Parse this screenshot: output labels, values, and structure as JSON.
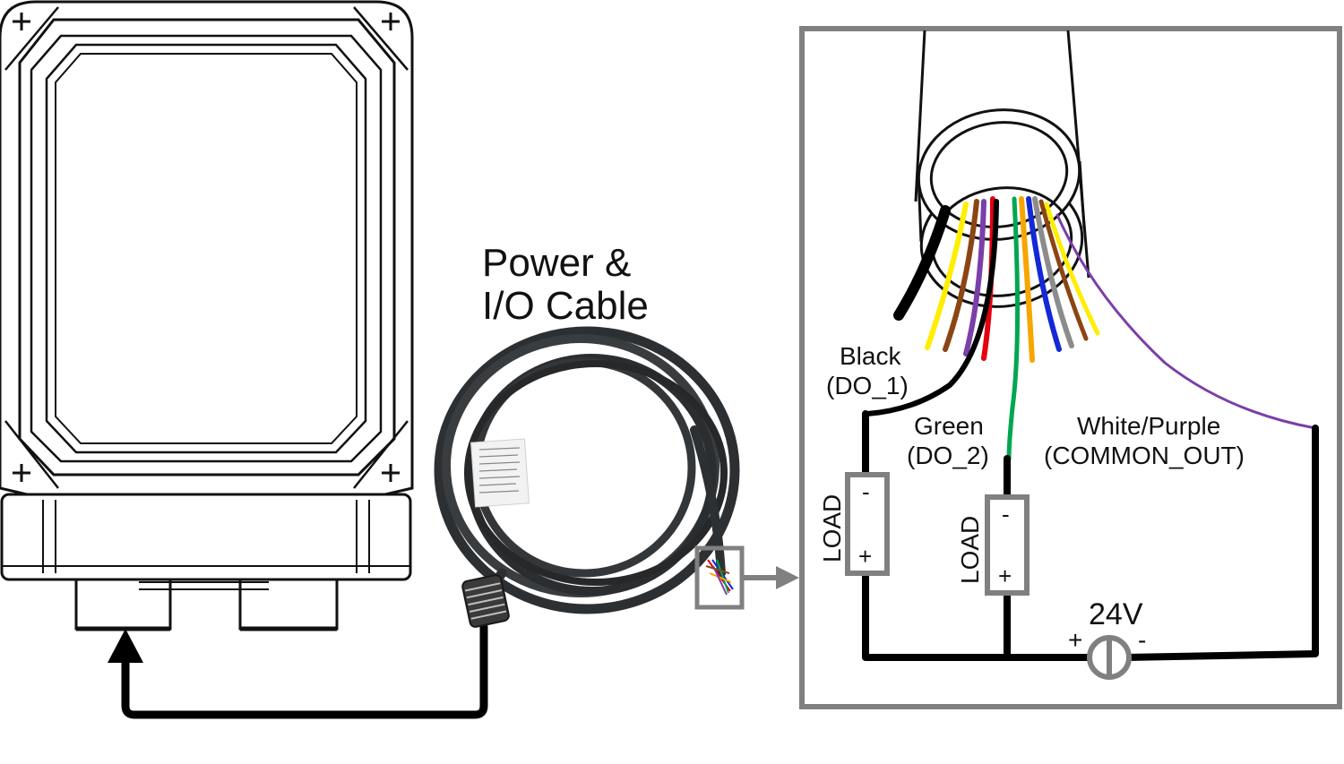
{
  "cable_title": {
    "line1": "Power &",
    "line2": "I/O Cable"
  },
  "wire_labels": {
    "black": {
      "name": "Black",
      "signal": "(DO_1)"
    },
    "green": {
      "name": "Green",
      "signal": "(DO_2)"
    },
    "white_purple": {
      "name": "White/Purple",
      "signal": "(COMMON_OUT)"
    }
  },
  "loads": [
    {
      "label": "LOAD",
      "minus": "-",
      "plus": "+"
    },
    {
      "label": "LOAD",
      "minus": "-",
      "plus": "+"
    }
  ],
  "supply": {
    "voltage": "24V",
    "plus": "+",
    "minus": "-"
  },
  "colors": {
    "wire_black": "#000000",
    "wire_yellow": "#ffee00",
    "wire_brown": "#8b4513",
    "wire_purple": "#7b3fa8",
    "wire_red": "#e3000f",
    "wire_green": "#00a651",
    "wire_orange": "#f7a600",
    "wire_blue": "#1428d6",
    "wire_gray": "#8c8c8c",
    "frame_gray": "#808080"
  }
}
